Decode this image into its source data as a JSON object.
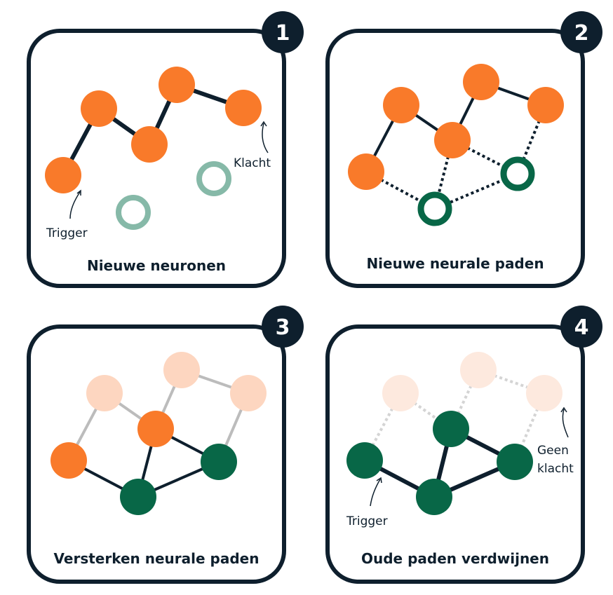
{
  "colors": {
    "navy": "#0e1f2d",
    "orange": "#f97a2a",
    "orange_light": "#fdd6c0",
    "orange_faint": "#fde9de",
    "green": "#086747",
    "green_light": "#86b9a8",
    "grey": "#bcbcbc",
    "grey_light": "#d4d4d4"
  },
  "panels": [
    {
      "number": "1",
      "title": "Nieuwe neuronen",
      "annotations": [
        "Trigger",
        "Klacht"
      ]
    },
    {
      "number": "2",
      "title": "Nieuwe neurale paden",
      "annotations": []
    },
    {
      "number": "3",
      "title": "Versterken neurale paden",
      "annotations": []
    },
    {
      "number": "4",
      "title": "Oude paden verdwijnen",
      "annotations": [
        "Trigger",
        "Geen",
        "klacht"
      ]
    }
  ]
}
